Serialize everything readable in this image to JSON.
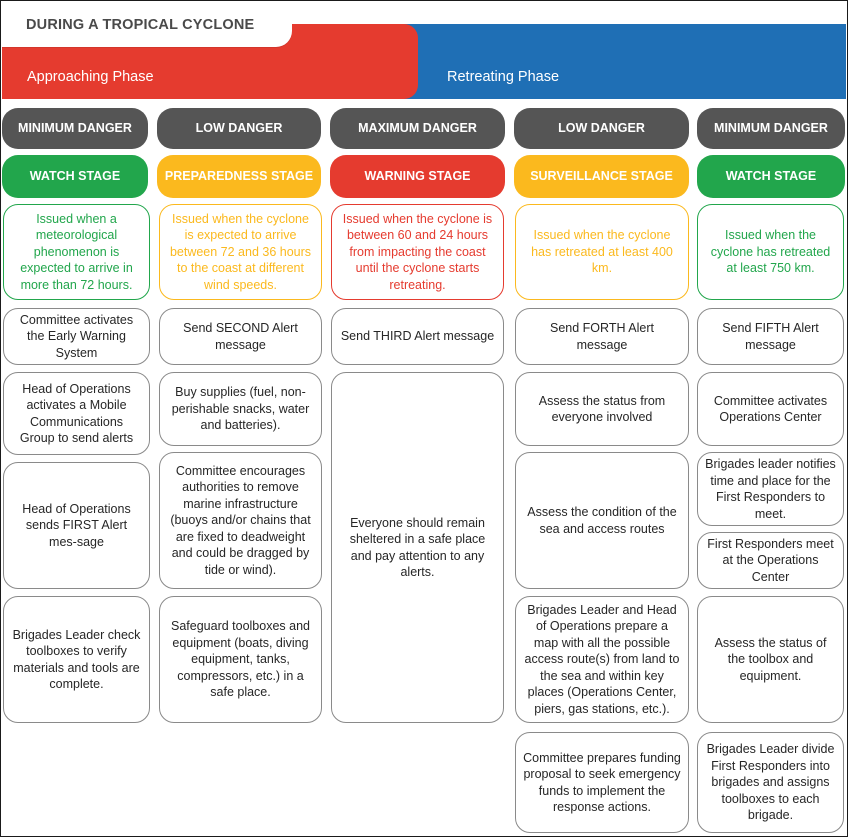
{
  "title": "DURING A TROPICAL CYCLONE",
  "phases": {
    "approaching": "Approaching Phase",
    "retreating": "Retreating Phase"
  },
  "columns": [
    {
      "danger": "MINIMUM DANGER",
      "stage": "WATCH  STAGE",
      "criteria": "Issued when a meteorological phenomenon is expected to arrive in more than 72 hours.",
      "actions": [
        "Committee activates the Early Warning System",
        "Head of Operations activates a Mobile Communications Group to send alerts",
        "Head of Operations sends FIRST Alert mes-sage",
        "Brigades Leader check toolboxes to verify materials and tools are complete."
      ]
    },
    {
      "danger": "LOW DANGER",
      "stage": "PREPAREDNESS STAGE",
      "criteria": "Issued when the cyclone is expected to arrive between 72 and 36 hours to the coast at different wind speeds.",
      "actions": [
        "Send SECOND Alert message",
        "Buy supplies (fuel, non-perishable snacks, water and batteries).",
        "Committee encourages authorities to remove marine infrastructure (buoys and/or chains that are fixed to deadweight and could be dragged by tide or wind).",
        "Safeguard toolboxes and equipment (boats, diving equipment, tanks, compressors, etc.) in a safe place."
      ]
    },
    {
      "danger": "MAXIMUM DANGER",
      "stage": "WARNING  STAGE",
      "criteria": "Issued when the cyclone is between 60 and 24 hours from impacting the coast until the cyclone starts retreating.",
      "actions": [
        "Send THIRD Alert message",
        "Everyone should remain sheltered in a safe place and pay attention to any alerts."
      ]
    },
    {
      "danger": "LOW DANGER",
      "stage": "SURVEILLANCE STAGE",
      "criteria": "Issued when the cyclone has retreated at least 400 km.",
      "actions": [
        "Send FORTH Alert message",
        "Assess the status from everyone involved",
        "Assess the condition of the sea and access routes",
        "Brigades Leader and Head of Operations prepare a map with all the possible access route(s) from land to the sea and within key places (Operations Center, piers, gas stations, etc.).",
        "Committee prepares funding proposal to seek emergency funds to implement the response actions."
      ]
    },
    {
      "danger": "MINIMUM DANGER",
      "stage": "WATCH STAGE",
      "criteria": "Issued when the cyclone has retreated at least 750 km.",
      "actions": [
        "Send FIFTH Alert message",
        "Committee activates Operations Center",
        "Brigades leader notifies time and place for the First Responders to meet.",
        "First Responders meet at the Operations Center",
        "Assess the status of the toolbox and equipment.",
        "Brigades Leader divide First Responders into brigades and assigns toolboxes to each brigade."
      ]
    }
  ],
  "colors": {
    "red": "#e53b2f",
    "blue": "#1f6fb5",
    "green": "#22a64c",
    "yellow": "#fbb91e",
    "grey": "#555555"
  }
}
